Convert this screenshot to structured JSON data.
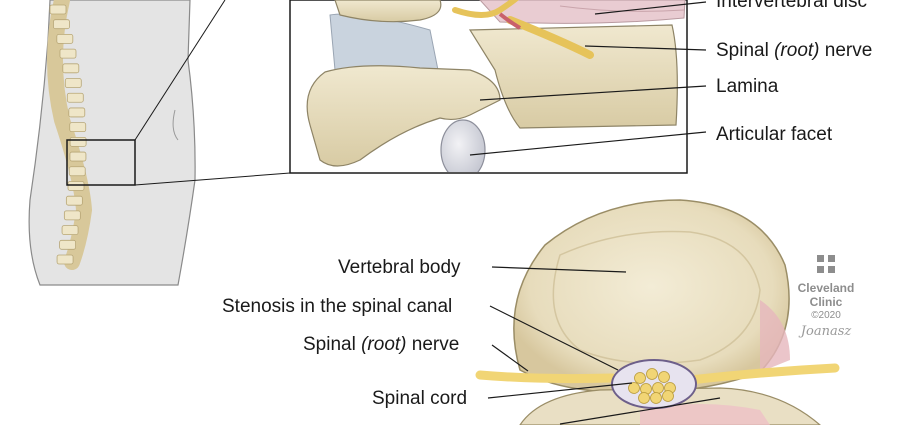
{
  "labels": {
    "intervertebral_disc": "Intervertebral disc",
    "spinal_root_nerve_top": {
      "before": "Spinal ",
      "italic": "(root)",
      "after": " nerve"
    },
    "lamina": "Lamina",
    "articular_facet": "Articular facet",
    "vertebral_body": "Vertebral body",
    "stenosis": "Stenosis in the spinal canal",
    "spinal_root_nerve_bottom": {
      "before": "Spinal ",
      "italic": "(root)",
      "after": " nerve"
    },
    "spinal_cord": "Spinal cord"
  },
  "logo": {
    "line1": "Cleveland",
    "line2": "Clinic",
    "line3": "©2020",
    "signature": "Joanasz"
  },
  "colors": {
    "bone": "#ece3c6",
    "bone_shadow": "#cfc39c",
    "disc": "#c7d4df",
    "nerve": "#f1d575",
    "pink": "#e9b9bf",
    "skin": "#e6e6e6",
    "outline": "#2a2a2a"
  }
}
